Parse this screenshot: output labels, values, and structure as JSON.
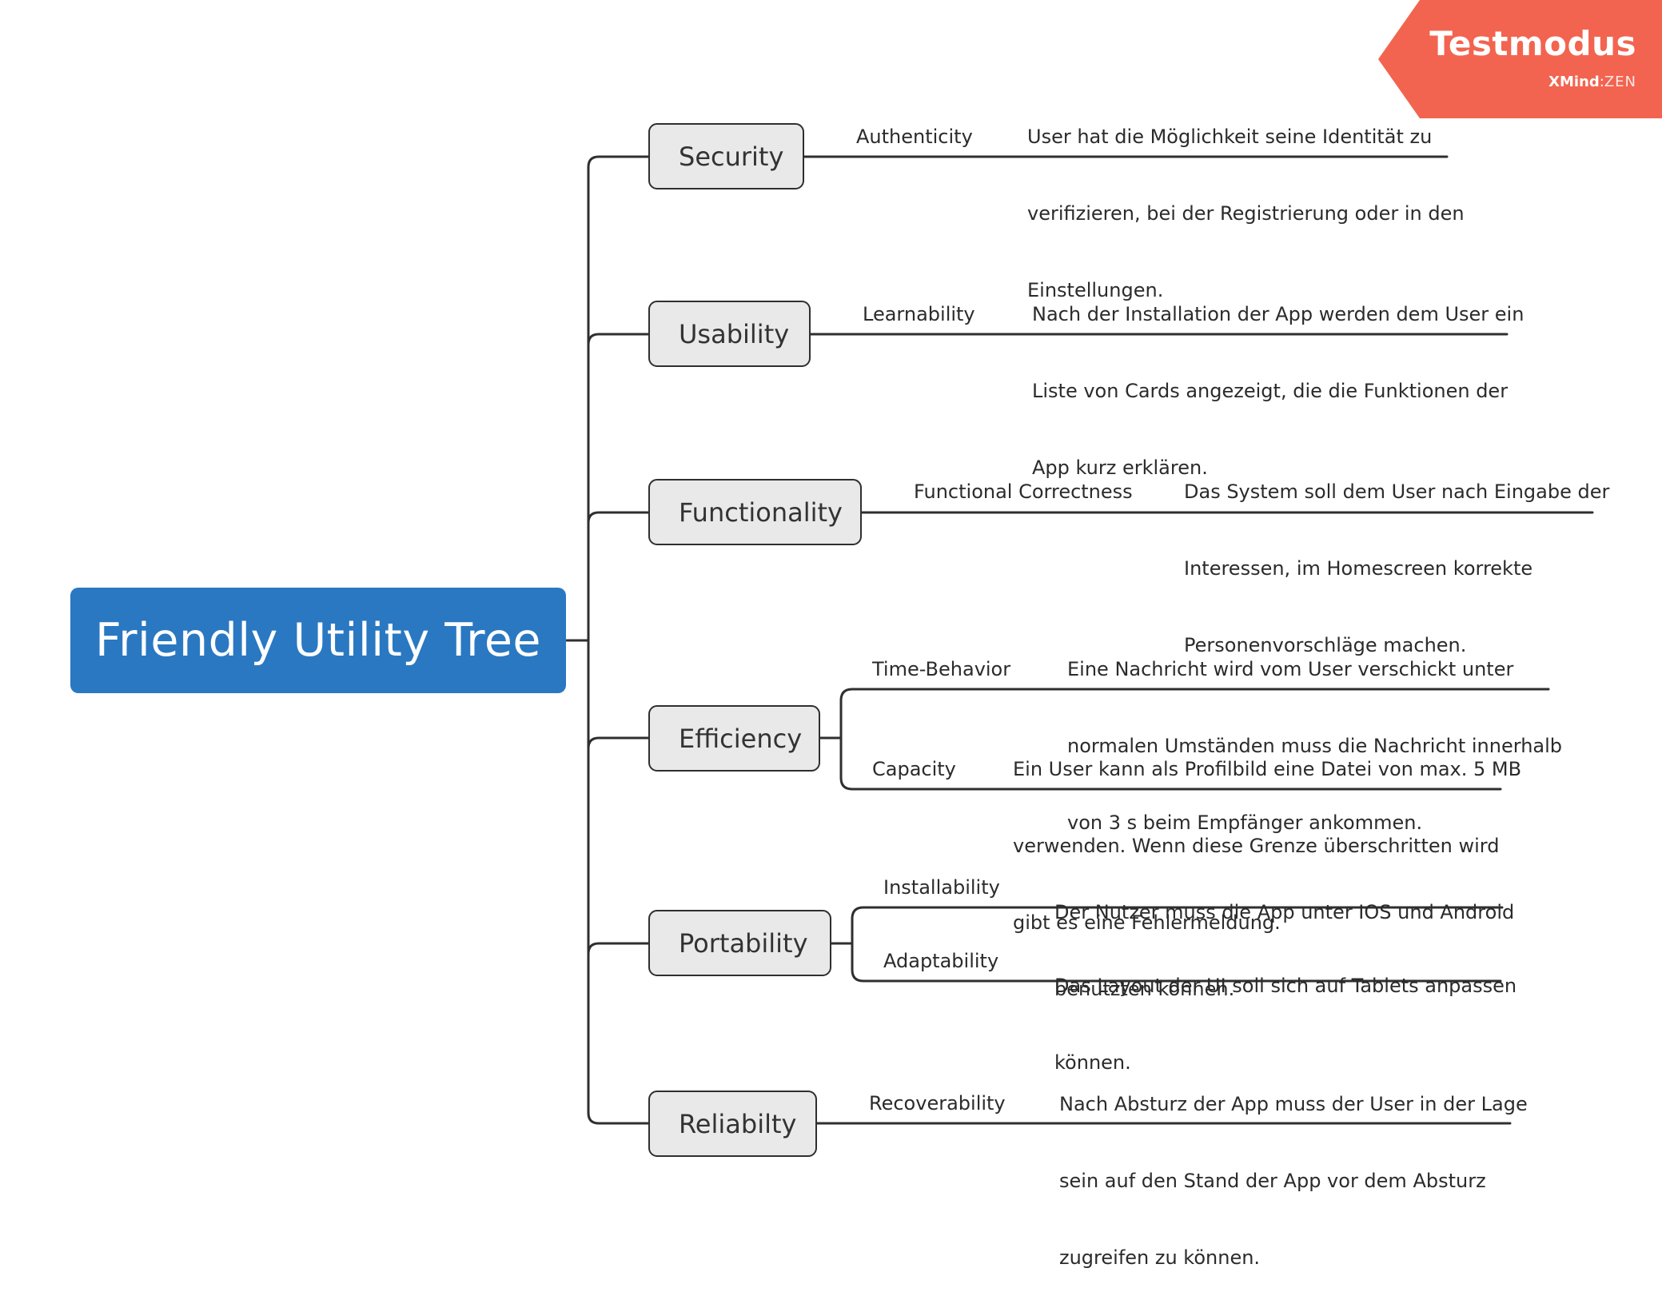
{
  "watermark": {
    "title": "Testmodus",
    "brand_bold": "XMind",
    "brand_sep": ":",
    "brand_light": "ZEN"
  },
  "root": {
    "label": "Friendly Utility Tree"
  },
  "colors": {
    "root": "#2a78c2",
    "topic_fill": "#e9e9e9",
    "line": "#2f2f2f",
    "watermark": "#f2644f"
  },
  "branches": [
    {
      "label": "Security",
      "subs": [
        {
          "label": "Authenticity",
          "note": [
            "User hat die Möglichkeit seine Identität zu",
            "verifizieren, bei der Registrierung oder in den",
            "Einstellungen."
          ]
        }
      ]
    },
    {
      "label": "Usability",
      "subs": [
        {
          "label": "Learnability",
          "note": [
            "Nach der Installation der App werden dem User ein",
            "Liste von Cards angezeigt, die die Funktionen der",
            "App kurz erklären."
          ]
        }
      ]
    },
    {
      "label": "Functionality",
      "subs": [
        {
          "label": "Functional Correctness",
          "note": [
            "Das System soll dem User nach Eingabe der",
            "Interessen, im Homescreen korrekte",
            "Personenvorschläge machen."
          ]
        }
      ]
    },
    {
      "label": "Efficiency",
      "subs": [
        {
          "label": "Time-Behavior",
          "note": [
            "Eine Nachricht wird vom User verschickt unter",
            "normalen Umständen muss die Nachricht innerhalb",
            "von 3 s beim Empfänger ankommen."
          ]
        },
        {
          "label": "Capacity",
          "note": [
            "Ein User kann als Profilbild eine Datei von max. 5 MB",
            "verwenden. Wenn diese Grenze überschritten wird",
            "gibt es eine Fehlermeldung."
          ]
        }
      ]
    },
    {
      "label": "Portability",
      "subs": [
        {
          "label": "Installability",
          "note": [
            "Der Nutzer muss die App unter IOS und Android",
            "benutzten können."
          ]
        },
        {
          "label": "Adaptability",
          "note": [
            "Das Layout der UI soll sich auf Tablets anpassen",
            "können."
          ]
        }
      ]
    },
    {
      "label": "Reliabilty",
      "subs": [
        {
          "label": "Recoverability",
          "note": [
            "Nach Absturz der App muss der User in der Lage",
            "sein auf den Stand der App vor dem Absturz",
            "zugreifen zu können."
          ]
        }
      ]
    }
  ]
}
